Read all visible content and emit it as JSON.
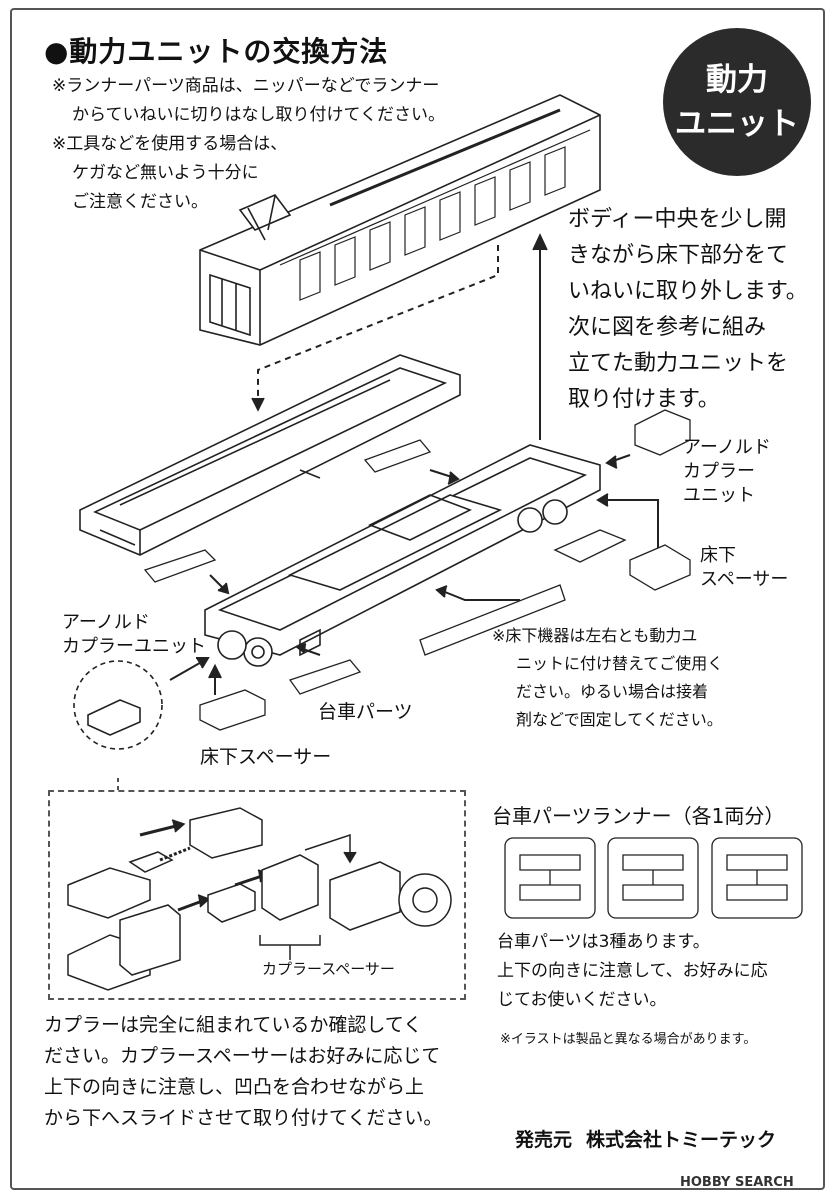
{
  "title": "●動力ユニットの交換方法",
  "notes_top": [
    "※ランナーパーツ商品は、ニッパーなどでランナー",
    "からていねいに切りはなし取り付けてください。",
    "※工具などを使用する場合は、",
    "ケガなど無いよう十分に",
    "ご注意ください。"
  ],
  "badge": {
    "line1": "動力",
    "line2": "ユニット"
  },
  "instruction_right": [
    "ボディー中央を少し開",
    "きながら床下部分をて",
    "いねいに取り外します。",
    "次に図を参考に組み",
    "立てた動力ユニットを",
    "取り付けます。"
  ],
  "labels": {
    "arnold_right": [
      "アーノルド",
      "カプラー",
      "ユニット"
    ],
    "spacer_right": [
      "床下",
      "スペーサー"
    ],
    "arnold_left": [
      "アーノルド",
      "カプラーユニット"
    ],
    "bogie_parts": "台車パーツ",
    "spacer_bottom": "床下スペーサー",
    "coupler_spacer": "カプラースペーサー"
  },
  "note_underfloor": [
    "※床下機器は左右とも動力ユ",
    "ニットに付け替えてご使用く",
    "ださい。ゆるい場合は接着",
    "剤などで固定してください。"
  ],
  "runner": {
    "title": "台車パーツランナー（各1両分）",
    "desc": [
      "台車パーツは3種あります。",
      "上下の向きに注意して、お好みに応",
      "じてお使いください。"
    ],
    "disclaimer": "※イラストは製品と異なる場合があります。"
  },
  "bottom_text": [
    "カプラーは完全に組まれているか確認してく",
    "ださい。カプラースペーサーはお好みに応じて",
    "上下の向きに注意し、凹凸を合わせながら上",
    "から下へスライドさせて取り付けてください。"
  ],
  "publisher": {
    "label": "発売元",
    "company": "株式会社トミーテック"
  },
  "watermark": "HOBBY SEARCH"
}
